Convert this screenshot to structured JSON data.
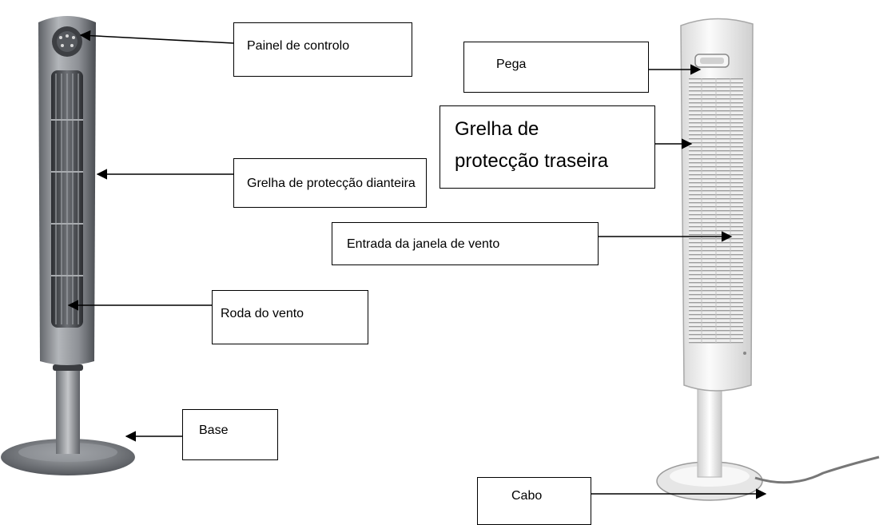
{
  "left_fan": {
    "callouts": {
      "control_panel": "Painel de controlo",
      "front_grille": "Grelha de protecção dianteira",
      "wind_wheel": "Roda do vento",
      "base": "Base"
    }
  },
  "right_fan": {
    "callouts": {
      "handle": "Pega",
      "rear_grille": [
        "Grelha de",
        "protecção traseira"
      ],
      "air_inlet": "Entrada da janela de vento",
      "cable": "Cabo"
    }
  },
  "colors": {
    "left_fan_body": "#8a8d91",
    "left_fan_dark": "#3a3c40",
    "right_fan_body": "#f2f2f2",
    "outline": "#000000"
  }
}
